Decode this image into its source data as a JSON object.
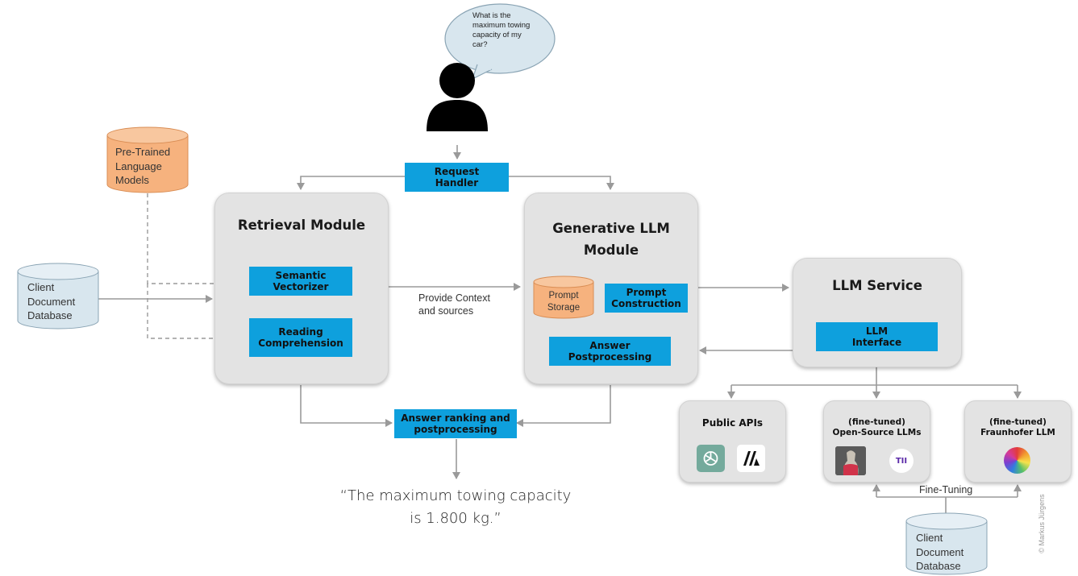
{
  "user": {
    "question": "What is the maximum towing capacity of my car?"
  },
  "request_handler": "Request\nHandler",
  "pretrained_models": "Pre-Trained\nLanguage\nModels",
  "client_db_left": "Client\nDocument\nDatabase",
  "client_db_bottom": "Client\nDocument\nDatabase",
  "retrieval_module": {
    "title": "Retrieval Module",
    "semantic_vectorizer": "Semantic\nVectorizer",
    "reading_comprehension": "Reading\nComprehension"
  },
  "provide_context_label": "Provide Context\nand sources",
  "generative_module": {
    "title": "Generative LLM\nModule",
    "prompt_storage": "Prompt\nStorage",
    "prompt_construction": "Prompt\nConstruction",
    "answer_postprocessing": "Answer\nPostprocessing"
  },
  "llm_service": {
    "title": "LLM Service",
    "interface": "LLM\nInterface"
  },
  "public_apis": {
    "title": "Public APIs",
    "logos": [
      "openai-logo",
      "anthropic-logo"
    ]
  },
  "open_source": {
    "title": "(fine-tuned)\nOpen-Source LLMs",
    "logos": [
      "llama-logo",
      "tii-logo"
    ],
    "tii_text": "TII"
  },
  "fraunhofer": {
    "title": "(fine-tuned)\nFraunhofer LLM",
    "logos": [
      "fraunhofer-color-logo"
    ]
  },
  "fine_tuning_label": "Fine-Tuning",
  "answer_ranking": "Answer ranking and\npostprocessing",
  "final_answer": "“The maximum towing capacity\nis 1.800 kg.”",
  "copyright": "© Markus Jürgens",
  "colors": {
    "blue": "#0ea0dd",
    "orange": "#f6b27e",
    "db_blue": "#d8e6ee",
    "module_gray": "#e3e3e3",
    "arrow": "#9a9a9a"
  }
}
